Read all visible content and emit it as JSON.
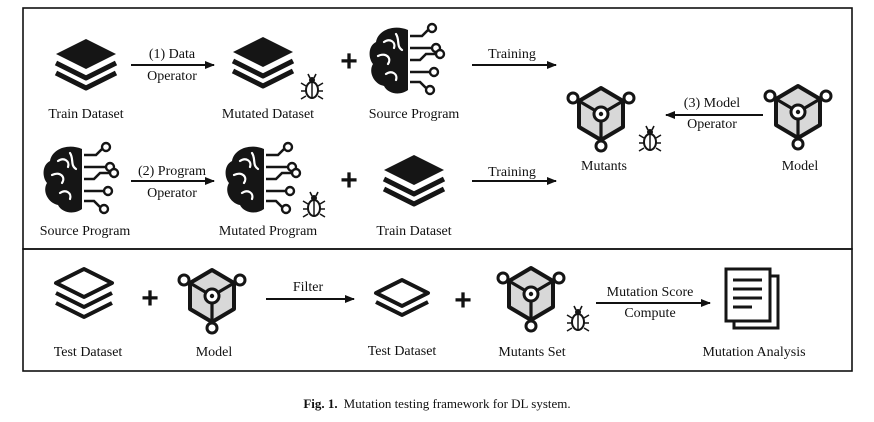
{
  "top_panel": {
    "row1": {
      "input_label": "Train Dataset",
      "operator_line1": "(1) Data",
      "operator_line2": "Operator",
      "output_label": "Mutated Dataset",
      "plus": "+",
      "program_label": "Source Program",
      "training_label": "Training"
    },
    "row2": {
      "input_label": "Source Program",
      "operator_line1": "(2) Program",
      "operator_line2": "Operator",
      "output_label": "Mutated Program",
      "plus": "+",
      "dataset_label": "Train Dataset",
      "training_label": "Training"
    },
    "mutants_label": "Mutants",
    "model_label": "Model",
    "model_operator_line1": "(3) Model",
    "model_operator_line2": "Operator"
  },
  "bottom_panel": {
    "test_dataset_label": "Test Dataset",
    "plus1": "+",
    "model_label": "Model",
    "filter_label": "Filter",
    "filtered_dataset_label": "Test Dataset",
    "plus2": "+",
    "mutants_set_label": "Mutants Set",
    "score_line1": "Mutation Score",
    "score_line2": "Compute",
    "analysis_label": "Mutation Analysis"
  },
  "caption": {
    "prefix": "Fig. 1.",
    "text": "Mutation testing framework for DL system."
  },
  "icons": [
    "stack-layers-icon",
    "brain-circuit-icon",
    "bug-icon",
    "model-cube-icon",
    "document-icon"
  ]
}
